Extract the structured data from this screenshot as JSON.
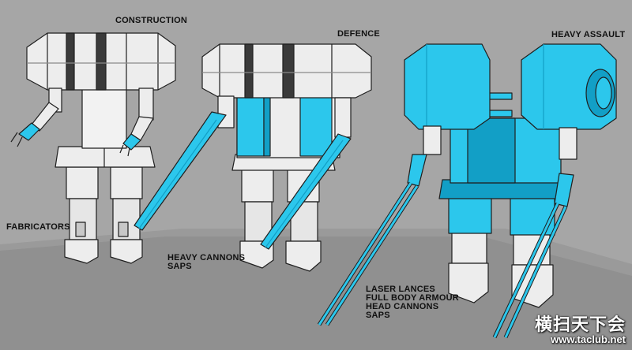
{
  "labels": {
    "construction": "CONSTRUCTION",
    "defence": "DEFENCE",
    "heavy_assault": "HEAVY ASSAULT",
    "fabricators": "FABRICATORS",
    "defence_weapons": [
      "HEAVY CANNONS",
      "SAPS"
    ],
    "assault_weapons": [
      "LASER LANCES",
      "FULL BODY ARMOUR",
      "HEAD CANNONS",
      "SAPS"
    ]
  },
  "watermark": {
    "logo": "横扫天下会",
    "url": "www.taclub.net"
  },
  "colors": {
    "background": "#a6a6a6",
    "floor": "#969696",
    "armor_white": "#ededed",
    "armor_shade": "#c8c8c8",
    "armor_cyan": "#2cc7ec",
    "armor_cyan_dark": "#129fc6",
    "joint_dark": "#3a3a3a",
    "outline": "#1f1f1f"
  }
}
